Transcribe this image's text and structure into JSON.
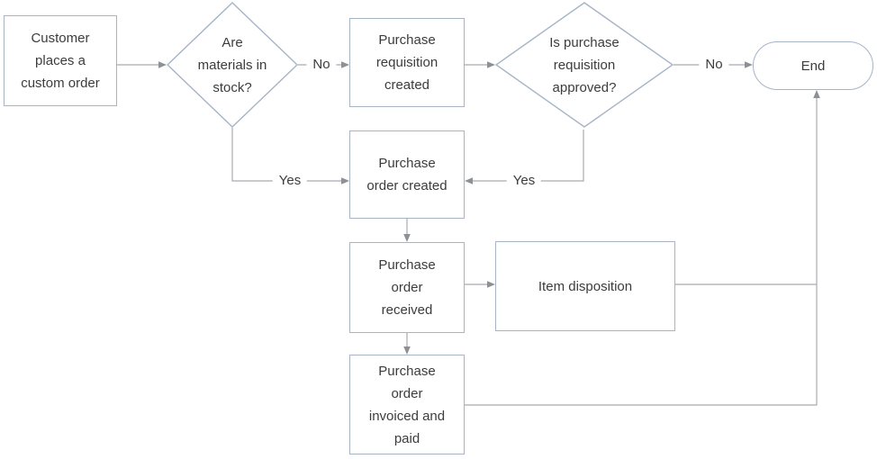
{
  "diagram": {
    "type": "flowchart",
    "nodes": {
      "start": {
        "shape": "process",
        "label": "Customer\nplaces a\ncustom order"
      },
      "decision_stock": {
        "shape": "decision",
        "label": "Are\nmaterials in\nstock?"
      },
      "requisition_created": {
        "shape": "process",
        "label": "Purchase\nrequisition\ncreated"
      },
      "decision_approved": {
        "shape": "decision",
        "label": "Is purchase\nrequisition\napproved?"
      },
      "end": {
        "shape": "terminator",
        "label": "End"
      },
      "order_created": {
        "shape": "process",
        "label": "Purchase\norder created"
      },
      "order_received": {
        "shape": "process",
        "label": "Purchase\norder\nreceived"
      },
      "item_disposition": {
        "shape": "process",
        "label": "Item disposition"
      },
      "order_invoiced": {
        "shape": "process",
        "label": "Purchase\norder\ninvoiced and\npaid"
      }
    },
    "edges": [
      {
        "from": "start",
        "to": "decision_stock",
        "label": ""
      },
      {
        "from": "decision_stock",
        "to": "requisition_created",
        "label": "No"
      },
      {
        "from": "requisition_created",
        "to": "decision_approved",
        "label": ""
      },
      {
        "from": "decision_approved",
        "to": "end",
        "label": "No"
      },
      {
        "from": "decision_stock",
        "to": "order_created",
        "label": "Yes"
      },
      {
        "from": "decision_approved",
        "to": "order_created",
        "label": "Yes"
      },
      {
        "from": "order_created",
        "to": "order_received",
        "label": ""
      },
      {
        "from": "order_received",
        "to": "item_disposition",
        "label": ""
      },
      {
        "from": "order_received",
        "to": "order_invoiced",
        "label": ""
      },
      {
        "from": "item_disposition",
        "to": "end",
        "label": ""
      },
      {
        "from": "order_invoiced",
        "to": "end",
        "label": ""
      }
    ],
    "colors": {
      "shape_border": "#a6b4c6",
      "connector": "#a8abaf",
      "arrow_fill": "#8d9196",
      "text": "#3c3c3c",
      "background": "#ffffff"
    }
  }
}
